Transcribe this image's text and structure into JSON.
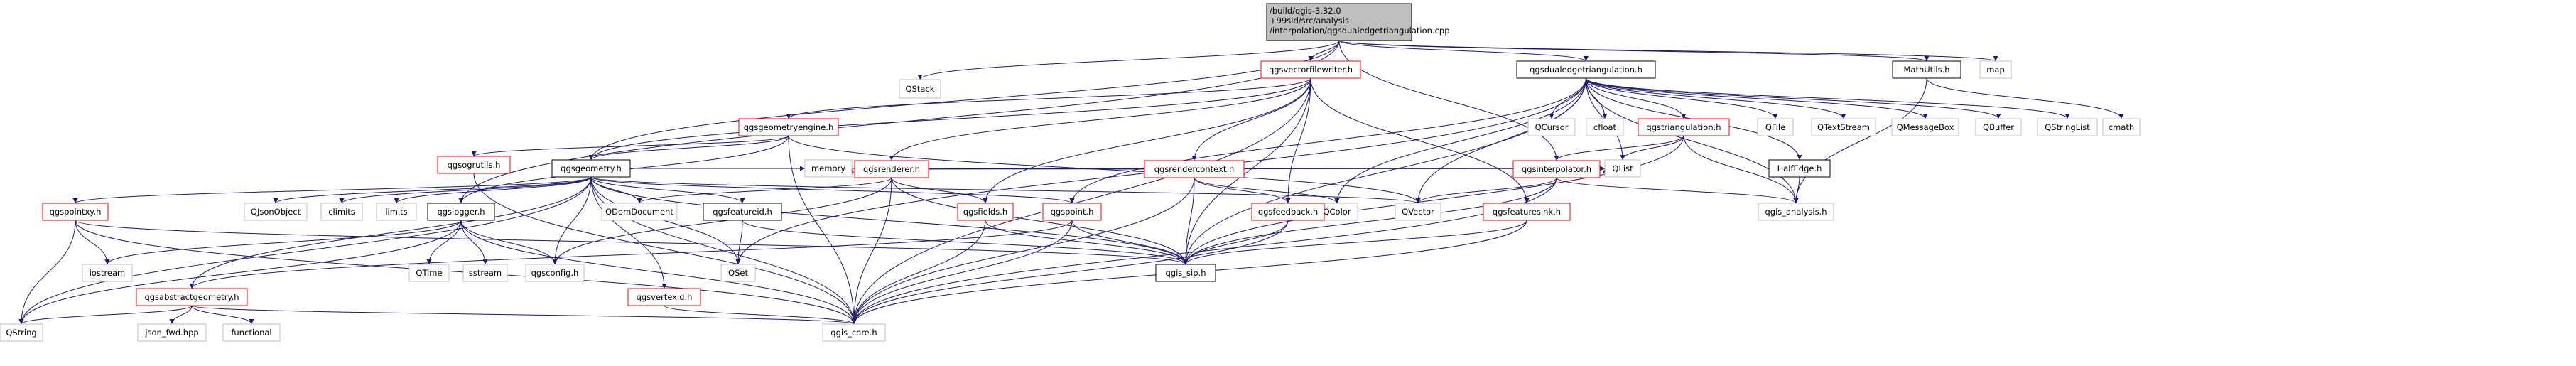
{
  "root": [
    "/build/qgis-3.32.0",
    "+99sid/src/analysis",
    "/interpolation/qgsdualedgetriangulation.cpp"
  ],
  "nodes": {
    "QStack": "QStack",
    "qgsvectorfilewriter": "qgsvectorfilewriter.h",
    "qgsgeometryengine": "qgsgeometryengine.h",
    "qgsogrutils": "qgsogrutils.h",
    "qgsgeometry": "qgsgeometry.h",
    "qgspointxy": "qgspointxy.h",
    "QString": "QString",
    "iostream": "iostream",
    "qgsabstractgeometry": "qgsabstractgeometry.h",
    "json_fwd": "json_fwd.hpp",
    "functional": "functional",
    "QJsonObject": "QJsonObject",
    "climits": "climits",
    "limits": "limits",
    "qgslogger": "qgslogger.h",
    "QTime": "QTime",
    "sstream": "sstream",
    "qgsconfig": "qgsconfig.h",
    "QDomDocument": "QDomDocument",
    "qgsfeatureid": "qgsfeatureid.h",
    "qgsvertexid": "qgsvertexid.h",
    "qgis_core": "qgis_core.h",
    "memory": "memory",
    "qgsrenderer": "qgsrenderer.h",
    "qgsfields": "qgsfields.h",
    "QSet": "QSet",
    "qgspoint": "qgspoint.h",
    "qgis_sip": "qgis_sip.h",
    "qgsrendercontext": "qgsrendercontext.h",
    "QColor": "QColor",
    "QVector": "QVector",
    "qgsfeedback": "qgsfeedback.h",
    "qgsfeaturesink": "qgsfeaturesink.h",
    "QList": "QList",
    "qgsdualedgetriangulation": "qgsdualedgetriangulation.h",
    "QCursor": "QCursor",
    "cfloat": "cfloat",
    "qgstriangulation": "qgstriangulation.h",
    "qgsinterpolator": "qgsinterpolator.h",
    "qgis_analysis": "qgis_analysis.h",
    "HalfEdge": "HalfEdge.h",
    "QFile": "QFile",
    "QTextStream": "QTextStream",
    "QMessageBox": "QMessageBox",
    "QBuffer": "QBuffer",
    "QStringList": "QStringList",
    "MathUtils": "MathUtils.h",
    "cmath": "cmath",
    "map": "map"
  },
  "colors": {
    "edge": "#191970",
    "root_fill": "#bfbfbf",
    "link_border": "#000000",
    "doc_border": "#ff0000",
    "ext_border": "#bfbfbf"
  }
}
